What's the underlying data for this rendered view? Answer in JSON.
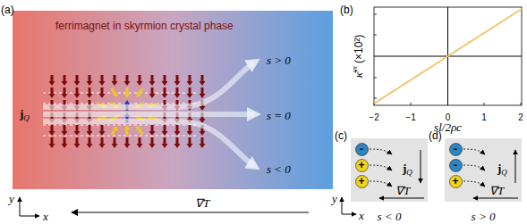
{
  "diagram": {
    "nodes": [
      {
        "text": [
          "(a)",
          "ferrimagnet in skyrmion crystal phase"
        ]
      },
      {
        "text": [
          "(c)"
        ]
      },
      {
        "text": [
          "-"
        ],
        "in": 1
      },
      {
        "text": [
          "+"
        ],
        "in": 1
      },
      {
        "text": [
          "+"
        ],
        "in": 1
      },
      {
        "text": [
          "(d)"
        ]
      },
      {
        "text": [
          "-"
        ],
        "in": 5
      },
      {
        "text": [
          "-"
        ],
        "in": 5
      },
      {
        "text": [
          "+"
        ],
        "in": 5
      }
    ],
    "labels": [
      "(b)",
      "s > 0",
      "s = 0",
      "s < 0",
      "j",
      "Q",
      "y",
      "x",
      "∇T",
      "κ̄",
      "yx",
      "(×10²)",
      "−2",
      "−1",
      "0",
      "1",
      "2",
      "sl/2ρc",
      "y",
      "x",
      "j",
      "Q",
      "∇T",
      "s < 0",
      "j",
      "Q",
      "∇T",
      "s > 0"
    ]
  }
}
